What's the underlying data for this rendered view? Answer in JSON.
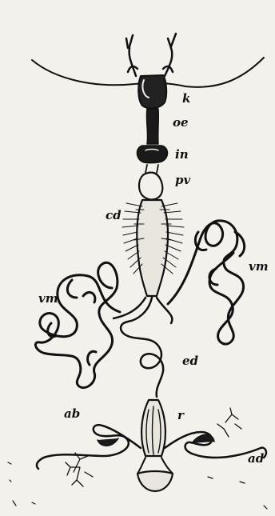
{
  "labels": {
    "k": "k",
    "oe": "oe",
    "in": "in",
    "pv": "pv",
    "cd": "cd",
    "vm_left": "vm",
    "vm_right": "vm",
    "ed": "ed",
    "ab": "ab",
    "r": "r",
    "ad": "ad"
  },
  "colors": {
    "paper": "#f3f1ec",
    "ink": "#111111"
  }
}
